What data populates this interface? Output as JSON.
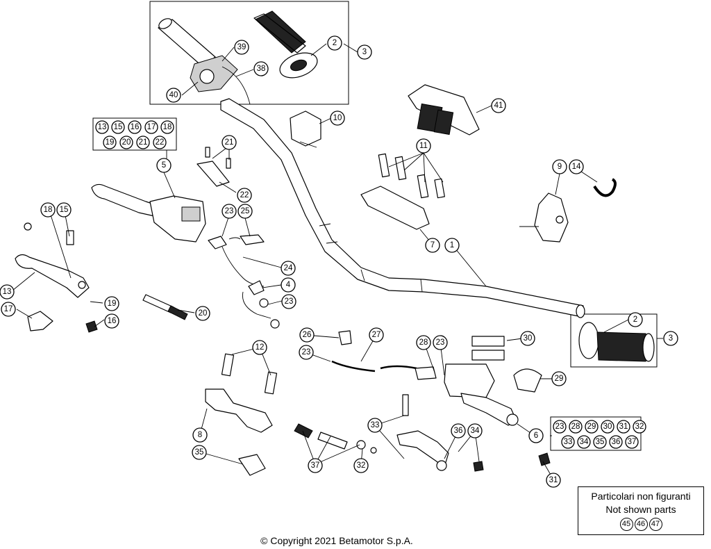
{
  "copyright": "© Copyright 2021 Betamotor S.p.A.",
  "legend": {
    "line1": "Particolari non figuranti",
    "line2": "Not shown parts",
    "numbers": [
      "45",
      "46",
      "47"
    ]
  },
  "group_boxes": {
    "box_left": {
      "row1": [
        "13",
        "15",
        "16",
        "17",
        "18"
      ],
      "row2": [
        "19",
        "20",
        "21",
        "22"
      ]
    },
    "box_right": {
      "row1": [
        "23",
        "28",
        "29",
        "30",
        "31",
        "32"
      ],
      "row2": [
        "33",
        "34",
        "35",
        "36",
        "37"
      ]
    }
  },
  "callouts": {
    "c1": "1",
    "c2a": "2",
    "c2b": "2",
    "c3a": "3",
    "c3b": "3",
    "c4": "4",
    "c5": "5",
    "c6": "6",
    "c7": "7",
    "c8": "8",
    "c9": "9",
    "c10": "10",
    "c11": "11",
    "c12": "12",
    "c13": "13",
    "c14": "14",
    "c15": "15",
    "c16": "16",
    "c17": "17",
    "c18": "18",
    "c19": "19",
    "c20": "20",
    "c21": "21",
    "c22": "22",
    "c23a": "23",
    "c23b": "23",
    "c23c": "23",
    "c23d": "23",
    "c24": "24",
    "c25": "25",
    "c26": "26",
    "c27": "27",
    "c28": "28",
    "c29": "29",
    "c30": "30",
    "c31": "31",
    "c32": "32",
    "c33": "33",
    "c34": "34",
    "c35": "35",
    "c36": "36",
    "c37": "37",
    "c38": "38",
    "c39": "39",
    "c40": "40",
    "c41": "41"
  }
}
